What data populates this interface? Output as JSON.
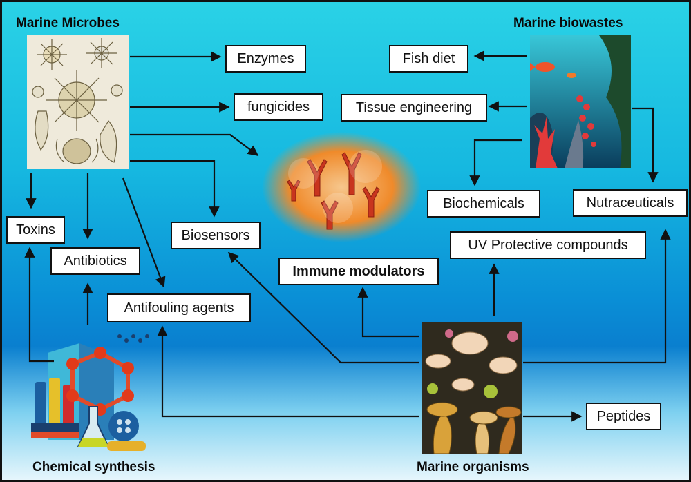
{
  "headings": {
    "marine_microbes": "Marine Microbes",
    "marine_biowastes": "Marine biowastes",
    "chemical_synthesis": "Chemical synthesis",
    "marine_organisms": "Marine organisms"
  },
  "nodes": {
    "enzymes": "Enzymes",
    "fungicides": "fungicides",
    "fish_diet": "Fish diet",
    "tissue_engineering": "Tissue engineering",
    "biochemicals": "Biochemicals",
    "nutraceuticals": "Nutraceuticals",
    "toxins": "Toxins",
    "biosensors": "Biosensors",
    "uv_protective": "UV Protective compounds",
    "antibiotics": "Antibiotics",
    "immune_modulators": "Immune modulators",
    "antifouling": "Antifouling agents",
    "peptides": "Peptides"
  },
  "colors": {
    "arrow": "#111111",
    "box_fill": "#ffffff",
    "orange_blob": "#f08a2a"
  }
}
